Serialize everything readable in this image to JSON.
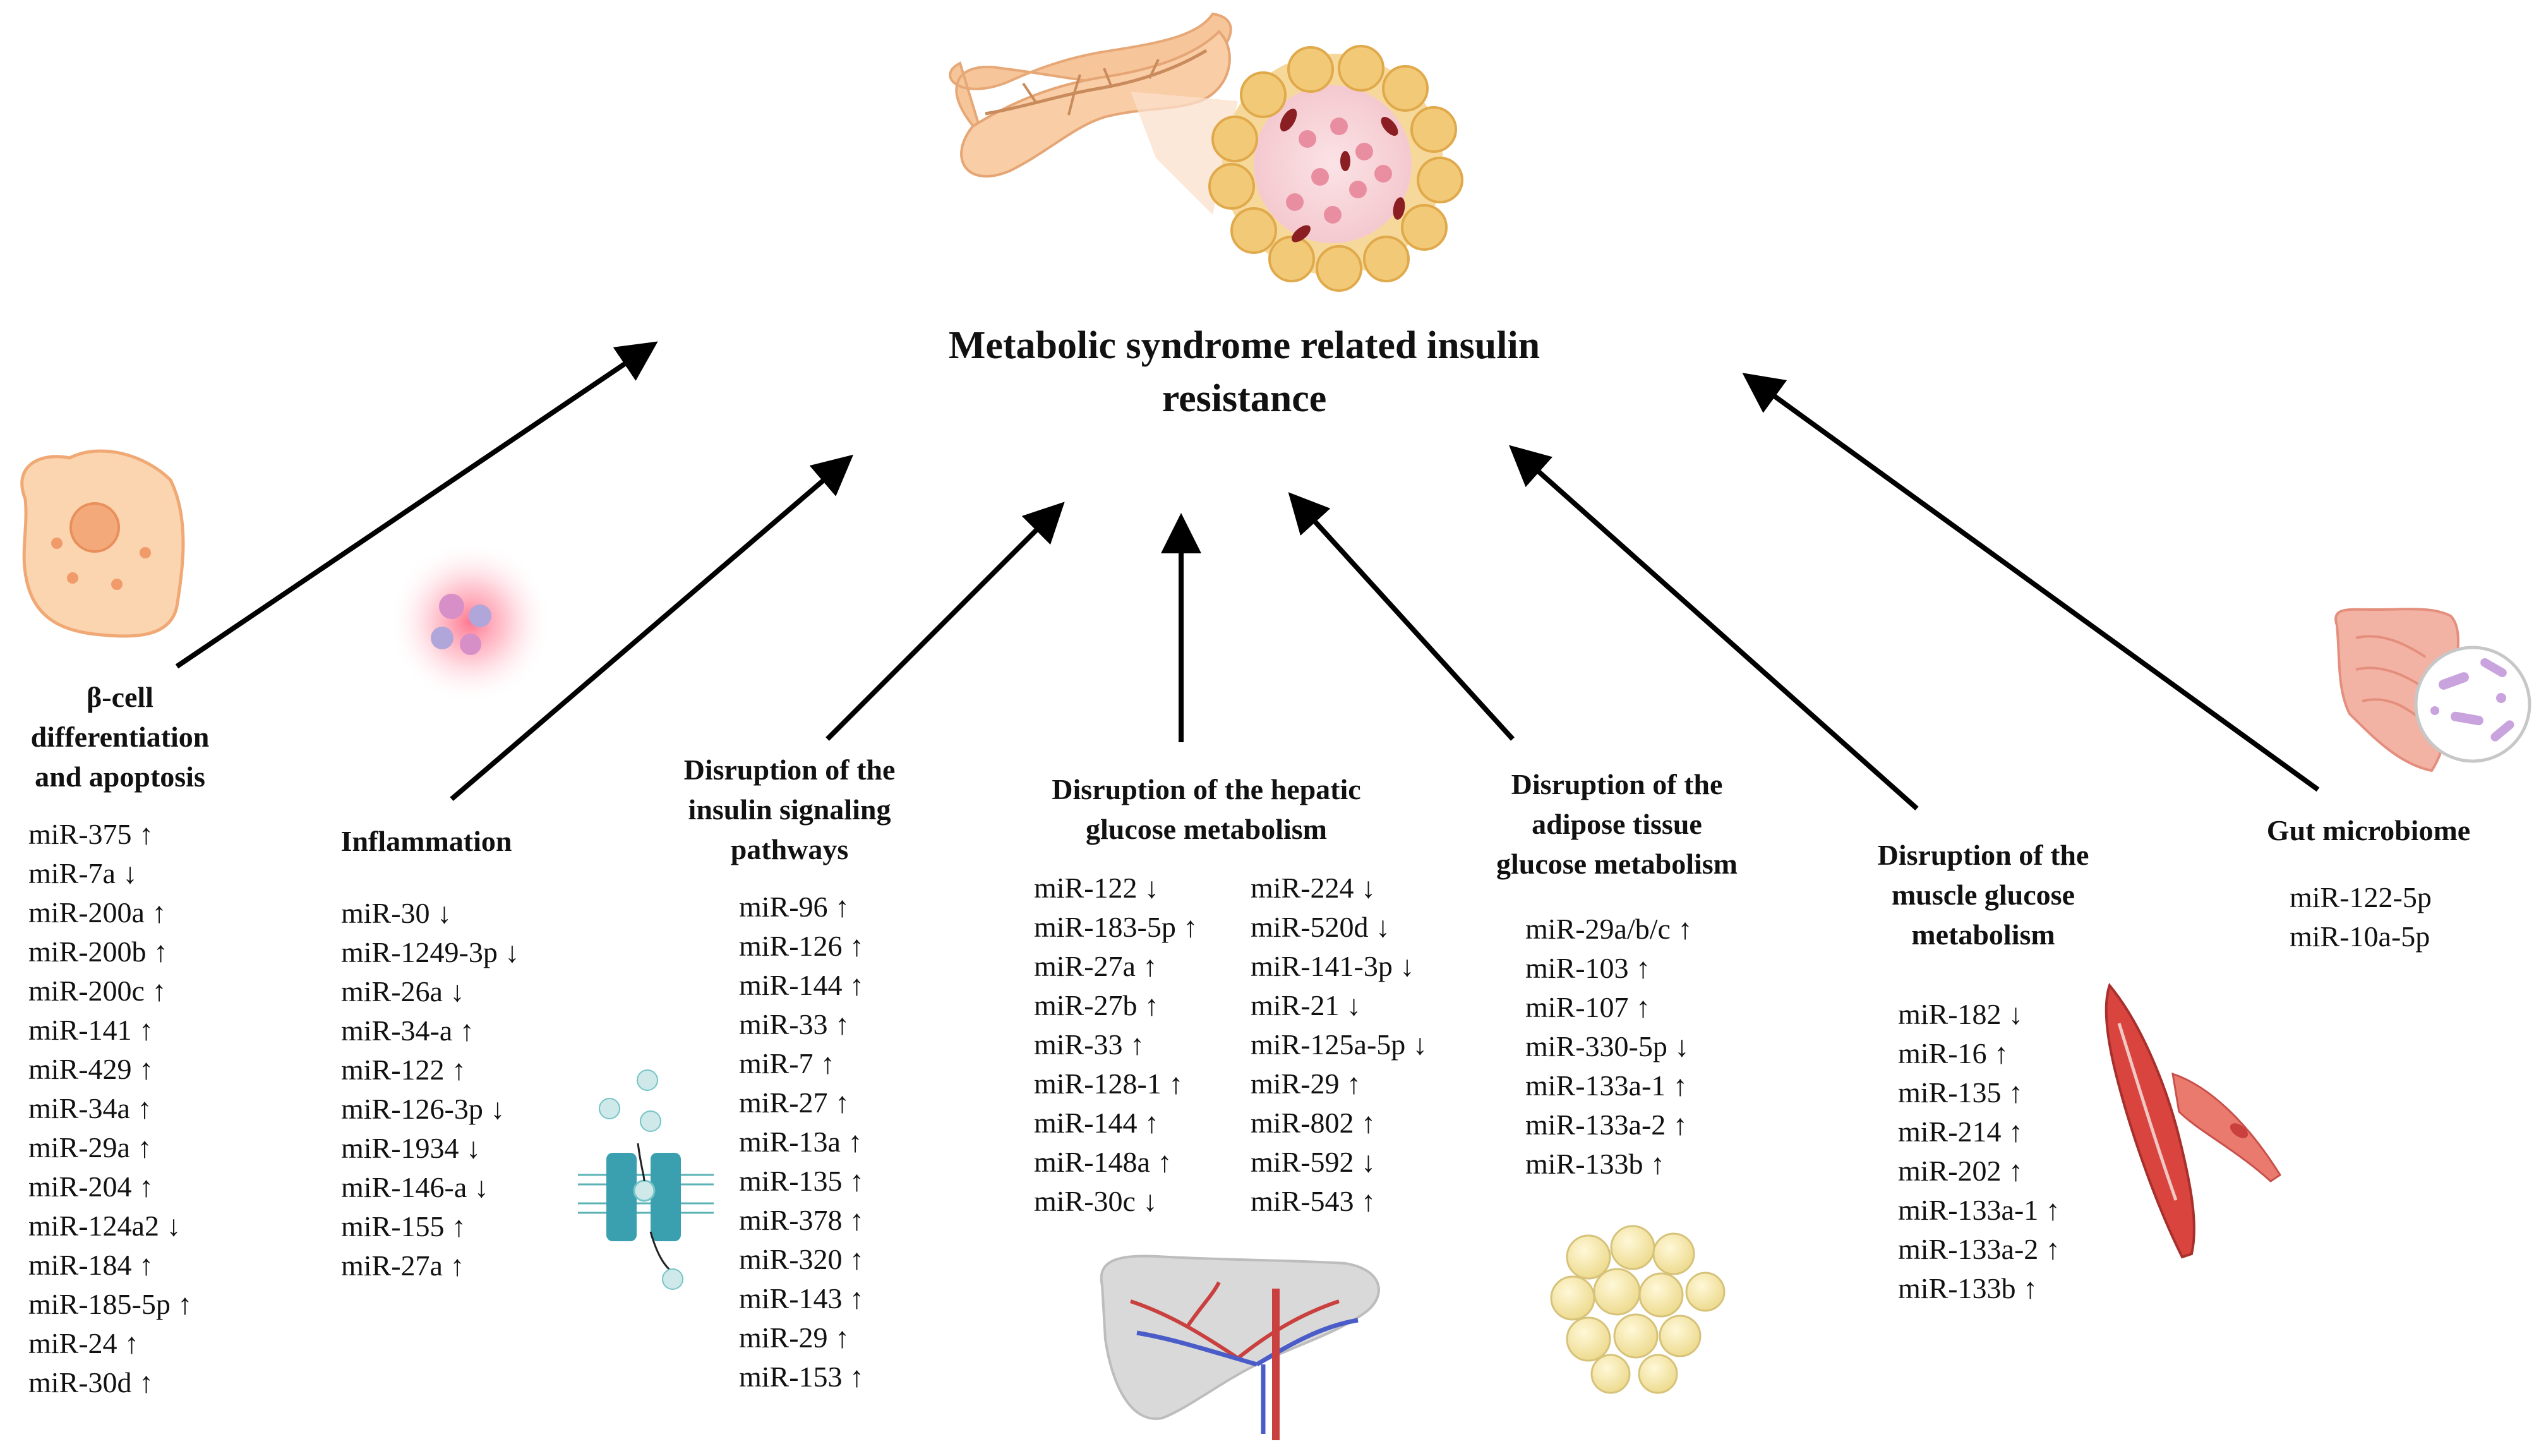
{
  "title_lines": [
    "Metabolic syndrome related insulin",
    "resistance"
  ],
  "colors": {
    "arrow": "#000000",
    "tissue_red": "#c9403f",
    "vein_blue": "#4a5cc8",
    "fat_yellow": "#f3e2a0"
  },
  "icons": [
    "pancreas-icon",
    "beta-cell-icon",
    "inflammation-cell-icon",
    "insulin-receptor-icon",
    "liver-icon",
    "adipocytes-icon",
    "muscle-icon",
    "intestine-icon",
    "microbiome-icon"
  ],
  "groups": {
    "beta_cell": {
      "heading": [
        "β-cell",
        "differentiation",
        "and apoptosis"
      ],
      "mirs": [
        "miR-375 ↑",
        "miR-7a ↓",
        "miR-200a ↑",
        "miR-200b ↑",
        "miR-200c ↑",
        "miR-141 ↑",
        "miR-429 ↑",
        "miR-34a ↑",
        "miR-29a ↑",
        "miR-204 ↑",
        "miR-124a2 ↓",
        "miR-184 ↑",
        "miR-185-5p ↑",
        "miR-24 ↑",
        "miR-30d ↑"
      ]
    },
    "inflammation": {
      "heading": [
        "Inflammation"
      ],
      "mirs": [
        "miR-30 ↓",
        "miR-1249-3p ↓",
        "miR-26a ↓",
        "miR-34-a ↑",
        "miR-122 ↑",
        "miR-126-3p ↓",
        "miR-1934 ↓",
        "miR-146-a ↓",
        "miR-155 ↑",
        "miR-27a ↑"
      ]
    },
    "insulin_signaling": {
      "heading": [
        "Disruption of the",
        "insulin signaling",
        "pathways"
      ],
      "mirs": [
        "miR-96 ↑",
        "miR-126 ↑",
        "miR-144 ↑",
        "miR-33 ↑",
        "miR-7 ↑",
        "miR-27 ↑",
        "miR-13a ↑",
        "miR-135 ↑",
        "miR-378 ↑",
        "miR-320 ↑",
        "miR-143 ↑",
        "miR-29 ↑",
        "miR-153 ↑"
      ]
    },
    "hepatic": {
      "heading": [
        "Disruption of the hepatic",
        "glucose metabolism"
      ],
      "mirs_col1": [
        "miR-122 ↓",
        "miR-183-5p ↑",
        "miR-27a ↑",
        "miR-27b ↑",
        "miR-33 ↑",
        "miR-128-1 ↑",
        "miR-144 ↑",
        "miR-148a ↑",
        "miR-30c ↓"
      ],
      "mirs_col2": [
        "miR-224 ↓",
        "miR-520d ↓",
        "miR-141-3p ↓",
        "miR-21 ↓",
        "miR-125a-5p ↓",
        "miR-29 ↑",
        "miR-802 ↑",
        "miR-592 ↓",
        "miR-543 ↑"
      ]
    },
    "adipose": {
      "heading": [
        "Disruption of the",
        "adipose tissue",
        "glucose metabolism"
      ],
      "mirs": [
        "miR-29a/b/c ↑",
        "miR-103 ↑",
        "miR-107 ↑",
        "miR-330-5p ↓",
        "miR-133a-1 ↑",
        "miR-133a-2 ↑",
        "miR-133b ↑"
      ]
    },
    "muscle": {
      "heading": [
        "Disruption of the",
        "muscle glucose",
        "metabolism"
      ],
      "mirs": [
        "miR-182 ↓",
        "miR-16 ↑",
        "miR-135 ↑",
        "miR-214 ↑",
        "miR-202 ↑",
        "miR-133a-1 ↑",
        "miR-133a-2 ↑",
        "miR-133b ↑"
      ]
    },
    "gut": {
      "heading": [
        "Gut microbiome"
      ],
      "mirs": [
        "miR-122-5p",
        "miR-10a-5p"
      ]
    }
  }
}
